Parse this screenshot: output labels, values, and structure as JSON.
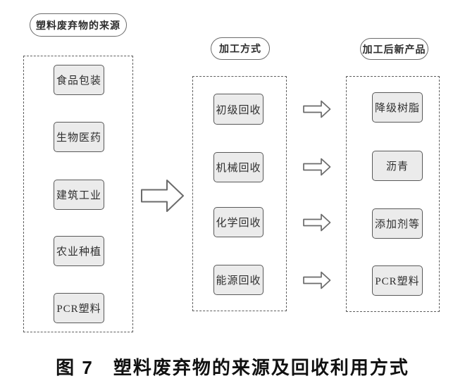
{
  "diagram": {
    "columns": [
      {
        "header": "塑料废弃物的来源",
        "items": [
          "食品包装",
          "生物医药",
          "建筑工业",
          "农业种植",
          "PCR塑料"
        ]
      },
      {
        "header": "加工方式",
        "items": [
          "初级回收",
          "机械回收",
          "化学回收",
          "能源回收"
        ]
      },
      {
        "header": "加工后新产品",
        "items": [
          "降级树脂",
          "沥青",
          "添加剂等",
          "PCR塑料"
        ]
      }
    ],
    "caption": "图 7　塑料废弃物的来源及回收利用方式"
  },
  "colors": {
    "background": "#ffffff",
    "node_fill": "#ebebeb",
    "node_border": "#595959",
    "dashed_border": "#5f5f5f",
    "pill_border": "#6b6b6b",
    "arrow_outline": "#6b6b6b",
    "text": "#2f2f2f",
    "caption_text": "#111111"
  }
}
